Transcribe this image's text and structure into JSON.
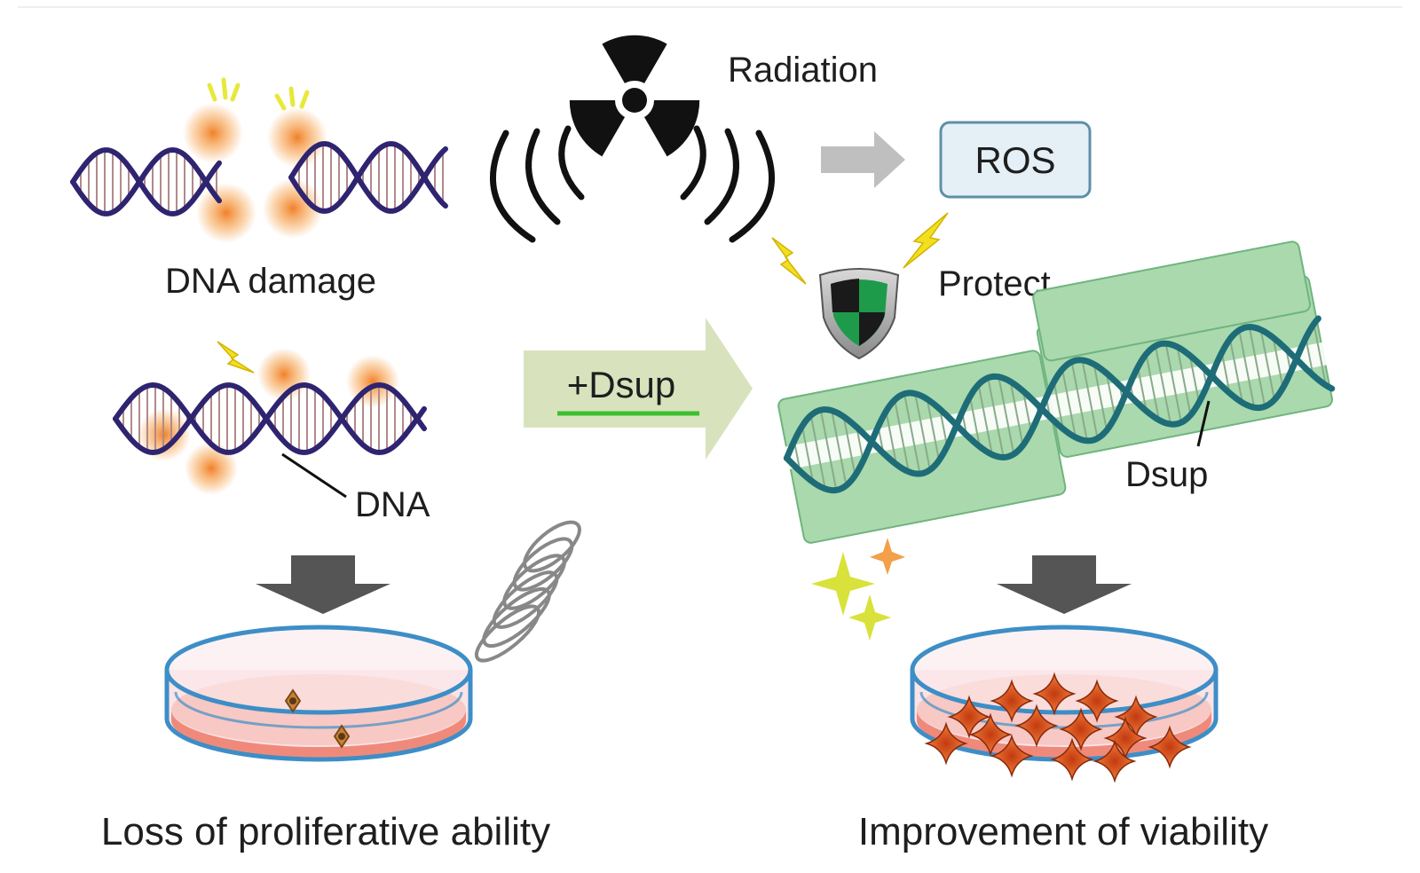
{
  "labels": {
    "radiation": "Radiation",
    "ros": "ROS",
    "protect": "Protect",
    "dna_damage": "DNA damage",
    "dna": "DNA",
    "dsup_treatment": "+Dsup",
    "dsup": "Dsup",
    "loss": "Loss of proliferative ability",
    "improvement": "Improvement of viability"
  },
  "colors": {
    "dna_strand": "#2e2470",
    "dna_rung": "#b08a8a",
    "damage_glow": "#f6a04a",
    "dsup_protein": "#a9d9ad",
    "dsup_border": "#6fb47e",
    "dsup_dna": "#1e6c78",
    "ros_box": "#e4f0f6",
    "ros_border": "#5f8fa8",
    "arrow_gray": "#bfbfbf",
    "arrow_dark": "#555555",
    "arrow_dsup": "#d8e3be",
    "underline_green": "#3cc02e",
    "lightning": "#f2e01e",
    "dish_rim": "#3d8ec7",
    "medium": "#ef8a7b",
    "cell": "#e8642a",
    "sparkle": "#d8e23a"
  }
}
